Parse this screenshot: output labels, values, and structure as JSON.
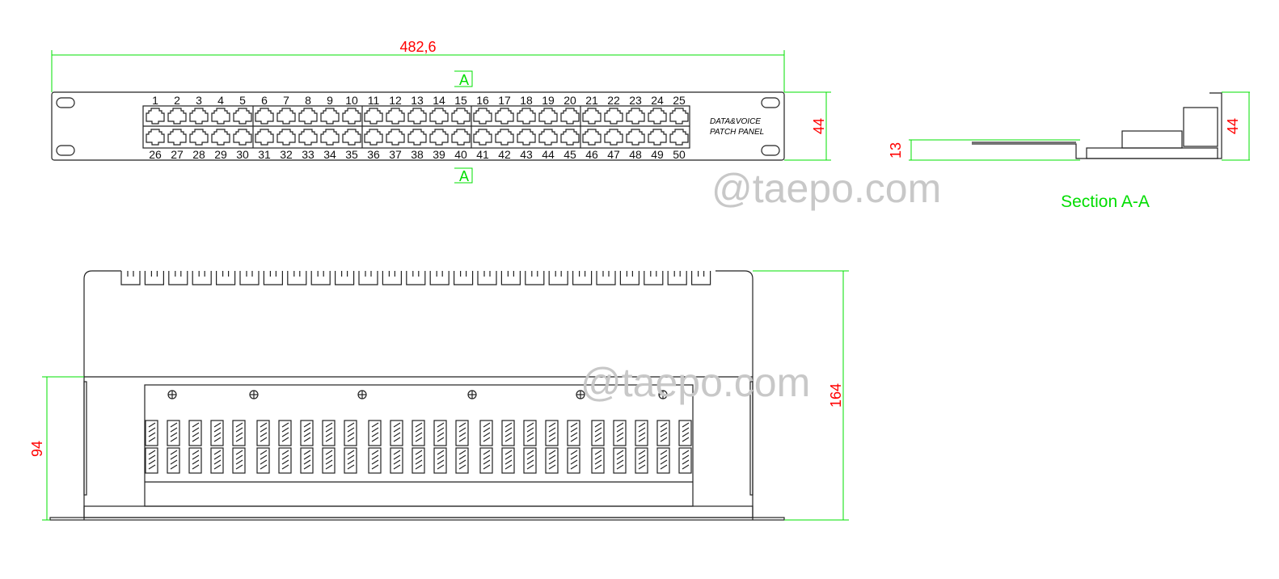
{
  "dimensions": {
    "width": "482,6",
    "height_front": "44",
    "height_section": "44",
    "section_low": "13",
    "depth": "164",
    "depth_inner": "94"
  },
  "section_marker": "A",
  "section_title": "Section A-A",
  "panel_label_line1": "DATA&VOICE",
  "panel_label_line2": "PATCH PANEL",
  "ports_top": [
    "1",
    "2",
    "3",
    "4",
    "5",
    "6",
    "7",
    "8",
    "9",
    "10",
    "11",
    "12",
    "13",
    "14",
    "15",
    "16",
    "17",
    "18",
    "19",
    "20",
    "21",
    "22",
    "23",
    "24",
    "25"
  ],
  "ports_bottom": [
    "26",
    "27",
    "28",
    "29",
    "30",
    "31",
    "32",
    "33",
    "34",
    "35",
    "36",
    "37",
    "38",
    "39",
    "40",
    "41",
    "42",
    "43",
    "44",
    "45",
    "46",
    "47",
    "48",
    "49",
    "50"
  ],
  "watermark": "@taepo.com",
  "colors": {
    "dimension": "#00e000",
    "dimension_text": "#ff0000",
    "outline": "#222222"
  }
}
